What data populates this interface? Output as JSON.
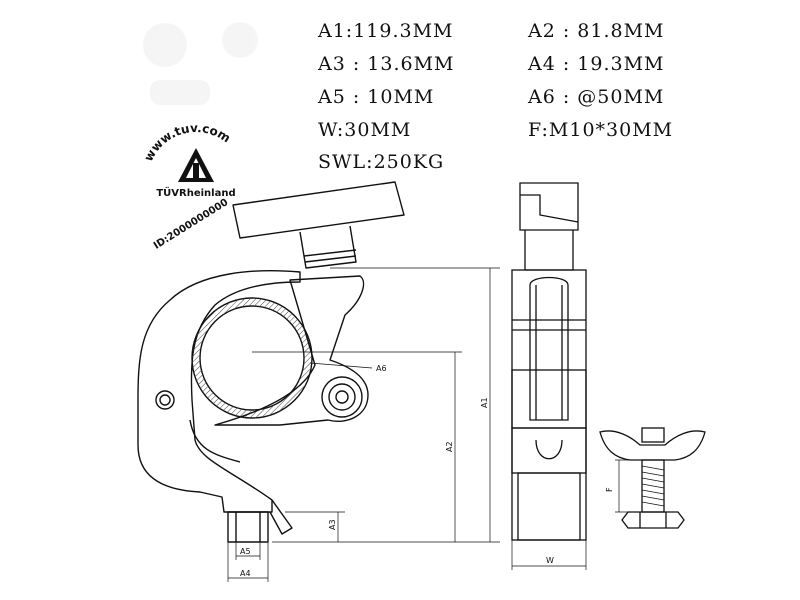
{
  "specs": {
    "a1": "A1:119.3MM",
    "a2": "A2 : 81.8MM",
    "a3": "A3 : 13.6MM",
    "a4": "A4 : 19.3MM",
    "a5": "A5 : 10MM",
    "a6": "A6 : @50MM",
    "w": "W:30MM",
    "f": "F:M10*30MM",
    "swl": "SWL:250KG"
  },
  "badge": {
    "url": "www.tuv.com",
    "brand": "TÜVRheinland",
    "id": "ID:2000000000"
  },
  "dimension_labels": {
    "a1": "A1",
    "a2": "A2",
    "a3": "A3",
    "a4": "A4",
    "a5": "A5",
    "a6": "A6",
    "w": "W",
    "f": "F"
  },
  "colors": {
    "line": "#111111",
    "hatch": "#444444",
    "light_fill": "#f2f2f2"
  }
}
